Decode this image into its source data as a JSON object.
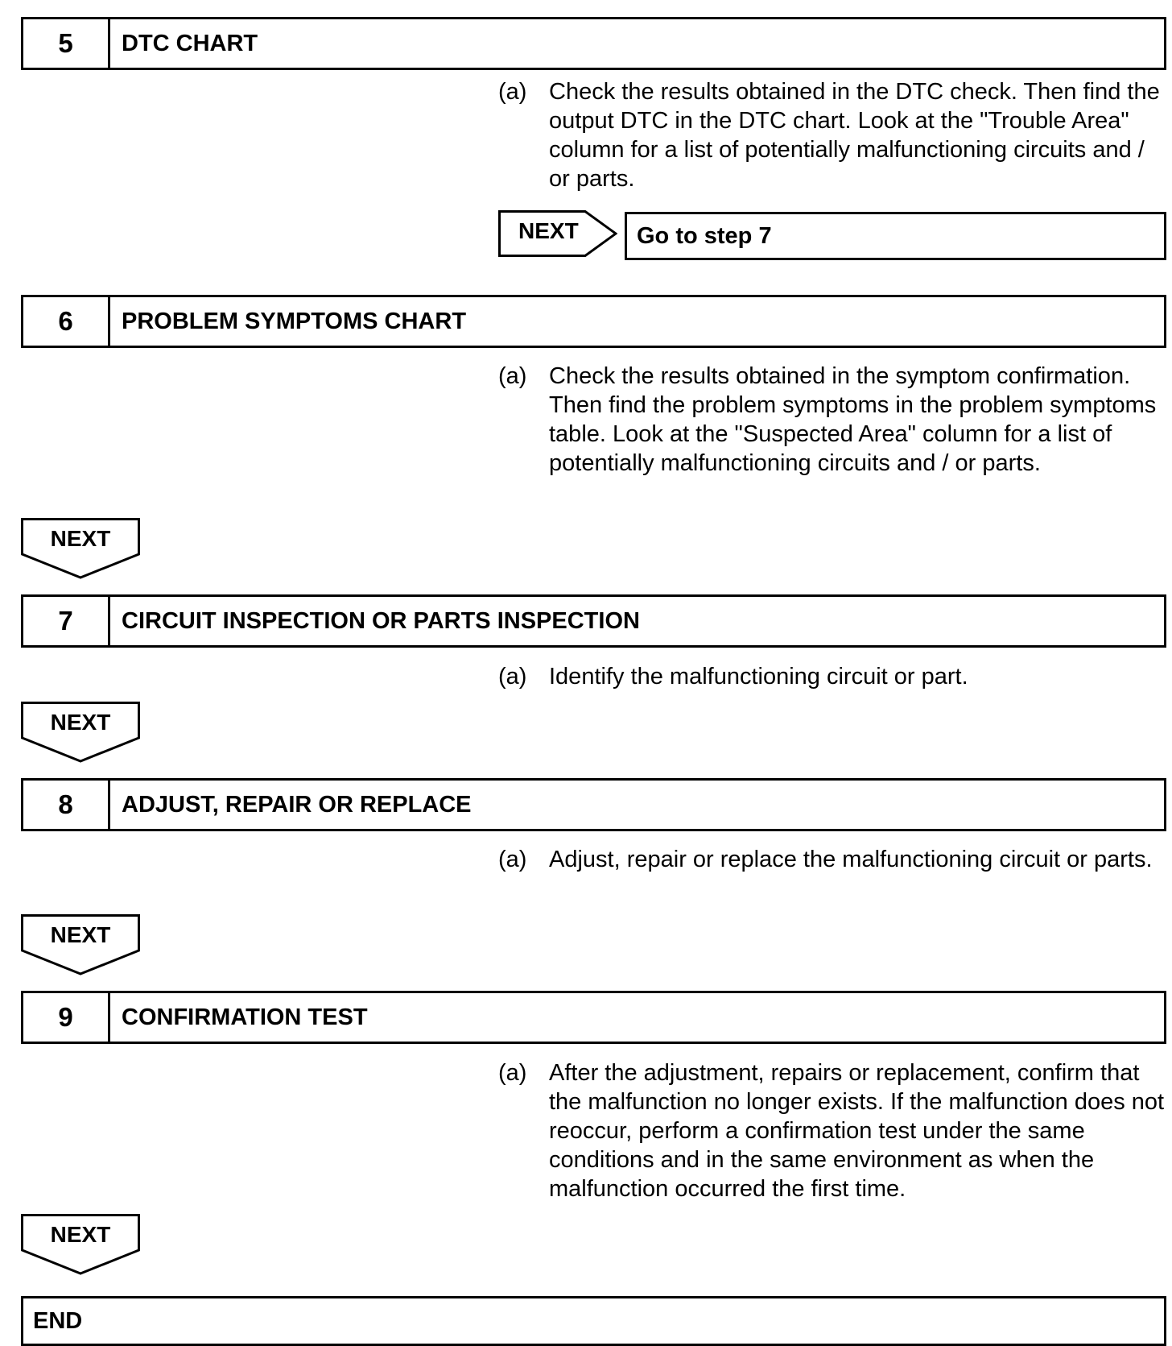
{
  "steps": [
    {
      "number": "5",
      "title": "DTC CHART",
      "label": "(a)",
      "instruction": "Check the results obtained in the DTC check. Then find the output DTC in the DTC chart. Look at the \"Trouble Area\" column for a list of potentially malfunctioning circuits and / or parts."
    },
    {
      "number": "6",
      "title": "PROBLEM SYMPTOMS CHART",
      "label": "(a)",
      "instruction": "Check the results obtained in the symptom confirmation. Then find the problem symptoms in the problem symptoms table. Look at the \"Suspected Area\" column for a list of potentially malfunctioning circuits and / or parts."
    },
    {
      "number": "7",
      "title": "CIRCUIT INSPECTION OR PARTS INSPECTION",
      "label": "(a)",
      "instruction": "Identify the malfunctioning circuit or part."
    },
    {
      "number": "8",
      "title": "ADJUST, REPAIR OR REPLACE",
      "label": "(a)",
      "instruction": "Adjust, repair or replace the malfunctioning circuit or parts."
    },
    {
      "number": "9",
      "title": "CONFIRMATION TEST",
      "label": "(a)",
      "instruction": "After the adjustment, repairs or replacement, confirm that the malfunction no longer exists. If the malfunction does not reoccur, perform a confirmation test under the same conditions and in the same environment as when the malfunction occurred the first time."
    }
  ],
  "next_label": "NEXT",
  "goto_text": "Go to step 7",
  "end_label": "END"
}
